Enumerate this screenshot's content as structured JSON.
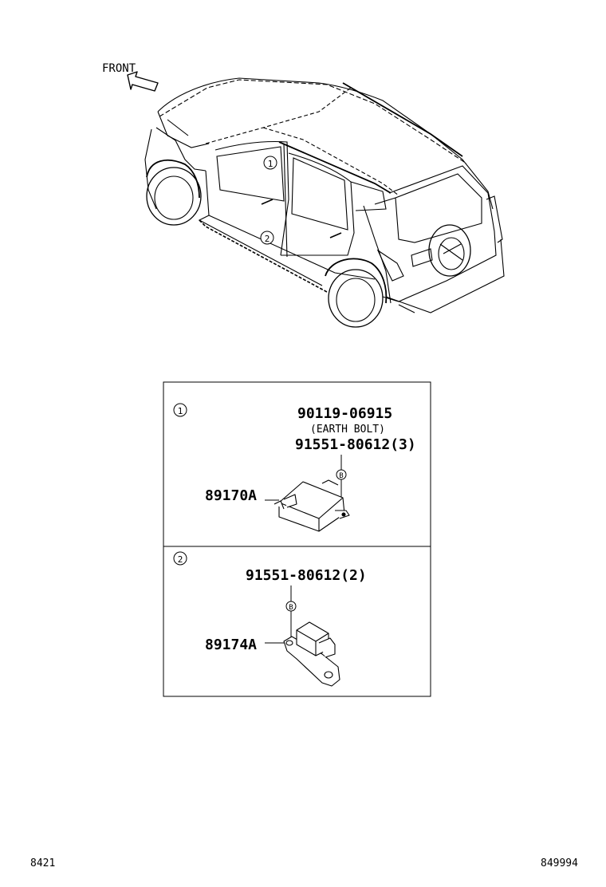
{
  "orientation": {
    "front_label": "FRONT"
  },
  "vehicle_callouts": [
    "1",
    "2"
  ],
  "section1": {
    "index": "1",
    "bolt_part": "90119-06915",
    "bolt_desc": "(EARTH BOLT)",
    "clip_part": "91551-80612(3)",
    "clip_marker": "B",
    "component_part": "89170A"
  },
  "section2": {
    "index": "2",
    "clip_part": "91551-80612(2)",
    "clip_marker": "B",
    "component_part": "89174A"
  },
  "footer": {
    "left_code": "8421",
    "right_code": "849994"
  }
}
